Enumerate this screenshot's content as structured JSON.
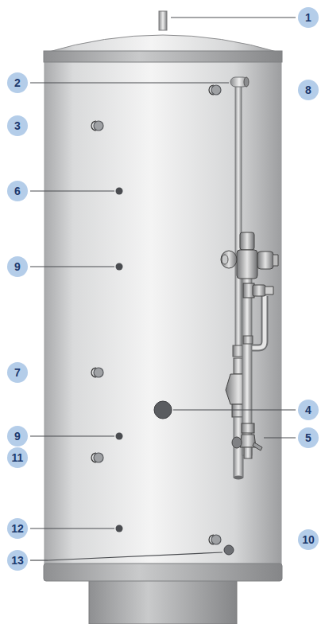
{
  "diagram": {
    "labels": [
      "1",
      "2",
      "8",
      "3",
      "6",
      "9",
      "7",
      "4",
      "9",
      "5",
      "11",
      "12",
      "10",
      "13"
    ]
  }
}
